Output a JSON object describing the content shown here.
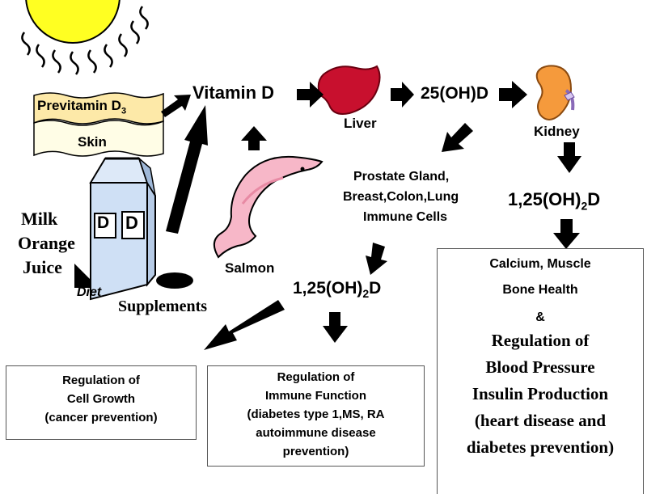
{
  "labels": {
    "previtamin_main": "Previtamin D",
    "previtamin_sub": "3",
    "skin": "Skin",
    "vitamin_d": "Vitamin D",
    "liver": "Liver",
    "hydroxy_25": "25(OH)D",
    "kidney": "Kidney",
    "tissues": [
      "Prostate Gland,",
      "Breast,Colon,Lung",
      "Immune Cells"
    ],
    "dihydroxy_kidney": {
      "a": "1,25(OH)",
      "sub": "2",
      "b": "D"
    },
    "dihydroxy_tissue": {
      "a": "1,25(OH)",
      "sub": "2",
      "b": "D"
    },
    "milk": "Milk",
    "orange": "Orange",
    "juice": "Juice",
    "diet": "Diet",
    "carton_letter": "D",
    "salmon": "Salmon",
    "supplements": "Supplements"
  },
  "boxes": {
    "cell_growth": [
      "Regulation of",
      "Cell Growth",
      "(cancer prevention)"
    ],
    "immune": [
      "Regulation of",
      "Immune Function",
      "(diabetes type 1,MS, RA",
      "autoimmune disease",
      "prevention)"
    ],
    "kidney_effects": {
      "line1": "Calcium, Muscle",
      "line2": "Bone Health",
      "amp": "&",
      "line4": "Regulation of",
      "line5": "Blood Pressure",
      "line6": "Insulin Production",
      "line7": "(heart disease and",
      "line8": "diabetes prevention)"
    }
  },
  "colors": {
    "sun": "#ffff22",
    "skin_band": "#fde9a8",
    "liver": "#c8102e",
    "kidney": "#f59a3c",
    "salmon": "#f7b7c8",
    "carton": "#cfe0f5",
    "arrow": "#000000"
  }
}
